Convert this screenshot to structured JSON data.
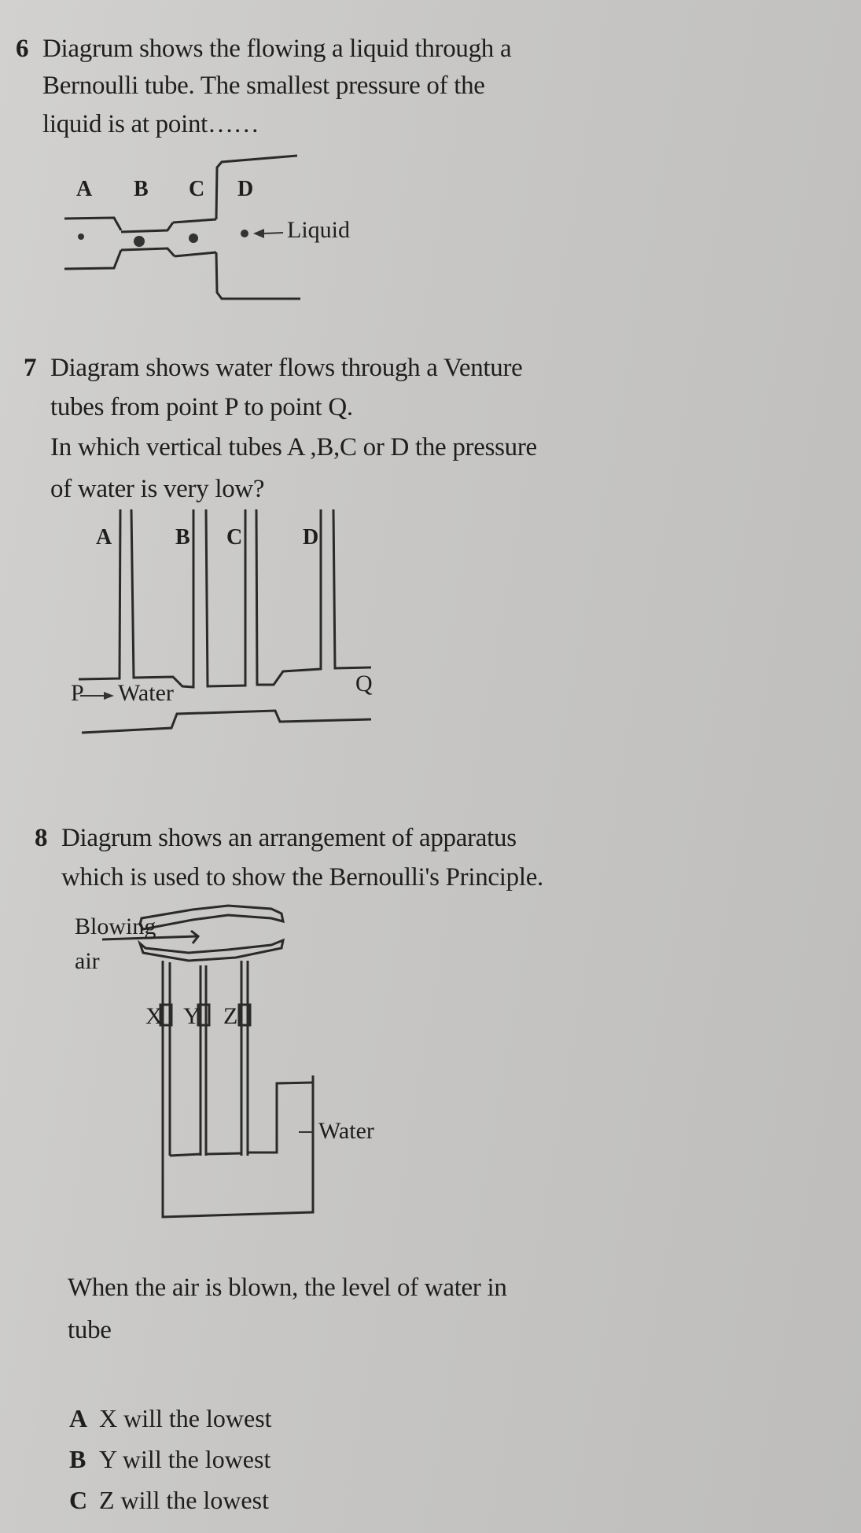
{
  "questions": [
    {
      "number": "6",
      "lines": [
        "Diagrum shows the flowing a  liquid through a",
        "Bernoulli tube. The smallest pressure of the",
        "liquid is at point……"
      ],
      "diagram": {
        "points": [
          "A",
          "B",
          "C",
          "D"
        ],
        "flow_label": "Liquid"
      }
    },
    {
      "number": "7",
      "lines": [
        "Diagram shows water flows through a Venture",
        "tubes from point P to point Q.",
        "In which vertical tubes A ,B,C or D the pressure",
        "of water is very low?"
      ],
      "diagram": {
        "tubes": [
          "A",
          "B",
          "C",
          "D"
        ],
        "start_label": "P",
        "flow_label": "Water",
        "end_label": "Q"
      }
    },
    {
      "number": "8",
      "lines": [
        "Diagrum shows an arrangement of  apparatus",
        "which is used to show the Bernoulli's Principle."
      ],
      "diagram": {
        "air_label_1": "Blowing",
        "air_label_2": "air",
        "tubes": [
          "X",
          "Y",
          "Z"
        ],
        "water_label": "Water"
      },
      "follow_up": [
        "When the air is blown, the level of water in",
        "tube"
      ],
      "options": [
        {
          "letter": "A",
          "text": "X  will the lowest"
        },
        {
          "letter": "B",
          "text": "Y  will the lowest"
        },
        {
          "letter": "C",
          "text": "Z  will the lowest"
        }
      ]
    }
  ]
}
